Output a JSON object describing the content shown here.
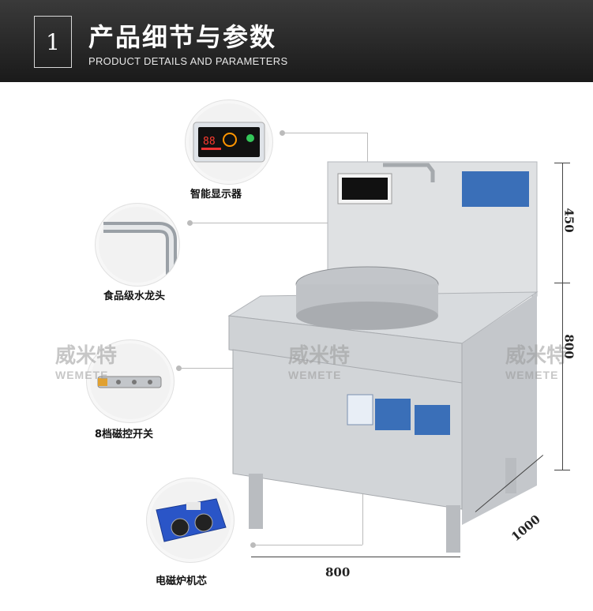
{
  "header": {
    "number": "1",
    "title_cn": "产品细节与参数",
    "title_en": "PRODUCT DETAILS AND PARAMETERS"
  },
  "callouts": [
    {
      "label": "智能显示器",
      "display_digits": "88"
    },
    {
      "label": "食品级水龙头"
    },
    {
      "label": "8档磁控开关"
    },
    {
      "label": "电磁炉机芯"
    }
  ],
  "watermark": {
    "cn": "威米特",
    "en": "WEMETE"
  },
  "dimensions": {
    "height_upper": "450",
    "height_body": "800",
    "depth": "1000",
    "width": "800"
  },
  "colors": {
    "header_bg": "#222222",
    "steel": "#c9ccd0",
    "board_blue": "#2a55c7"
  }
}
